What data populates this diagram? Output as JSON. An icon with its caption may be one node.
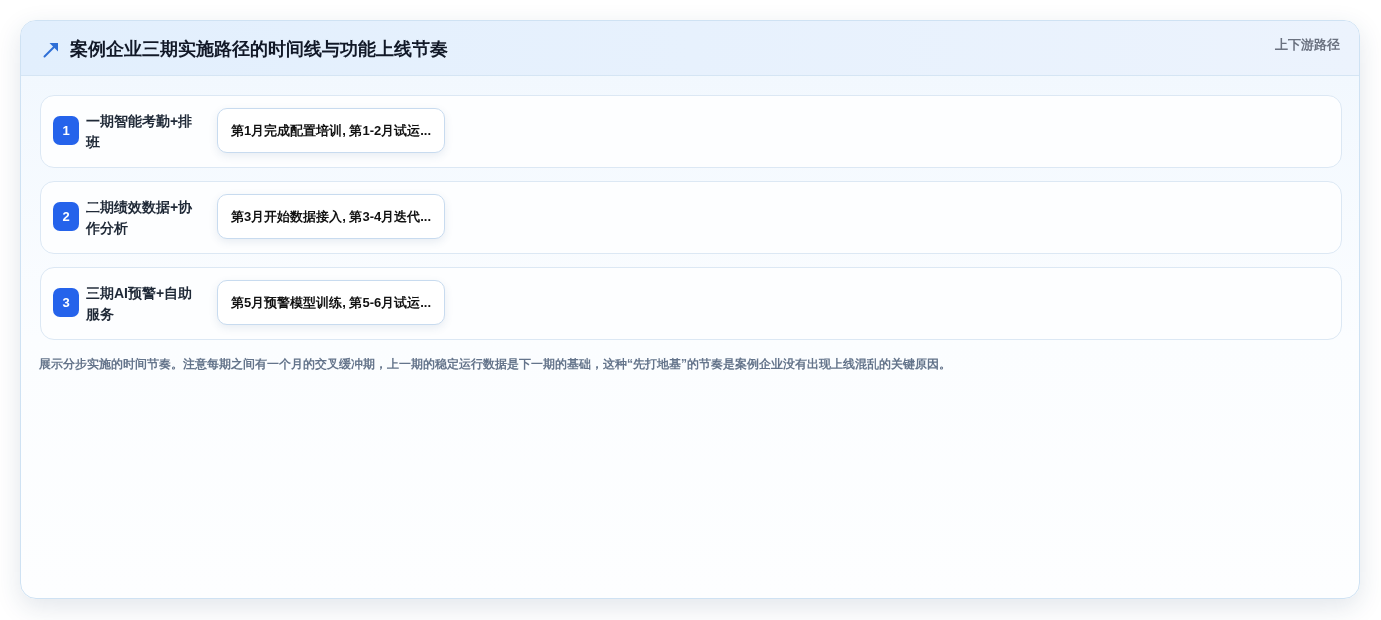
{
  "diagram": {
    "title": "案例企业三期实施路径的时间线与功能上线节奏",
    "caption": "展示分步实施的时间节奏。注意每期之间有一个月的交叉缓冲期，上一期的稳定运行数据是下一期的基础，这种“先打地基”的节奏是案例企业没有出现上线混乱的关键原因。",
    "nodes": [
      {
        "text": [
          "一期智能考勤+排班"
        ]
      },
      {
        "text": [
          "1"
        ],
        "in": 0
      },
      {
        "text": [
          "第1月完成配置培训, 第1-2月试运..."
        ],
        "in": 0
      },
      {
        "text": [
          "二期绩效数据+协作分析"
        ]
      },
      {
        "text": [
          "2"
        ],
        "in": 3
      },
      {
        "text": [
          "第3月开始数据接入, 第3-4月迭代..."
        ],
        "in": 3
      },
      {
        "text": [
          "三期AI预警+自助服务"
        ]
      },
      {
        "text": [
          "3"
        ],
        "in": 6
      },
      {
        "text": [
          "第5月预警模型训练, 第5-6月试运..."
        ],
        "in": 6
      }
    ],
    "labels": [
      "上下游路径"
    ]
  }
}
